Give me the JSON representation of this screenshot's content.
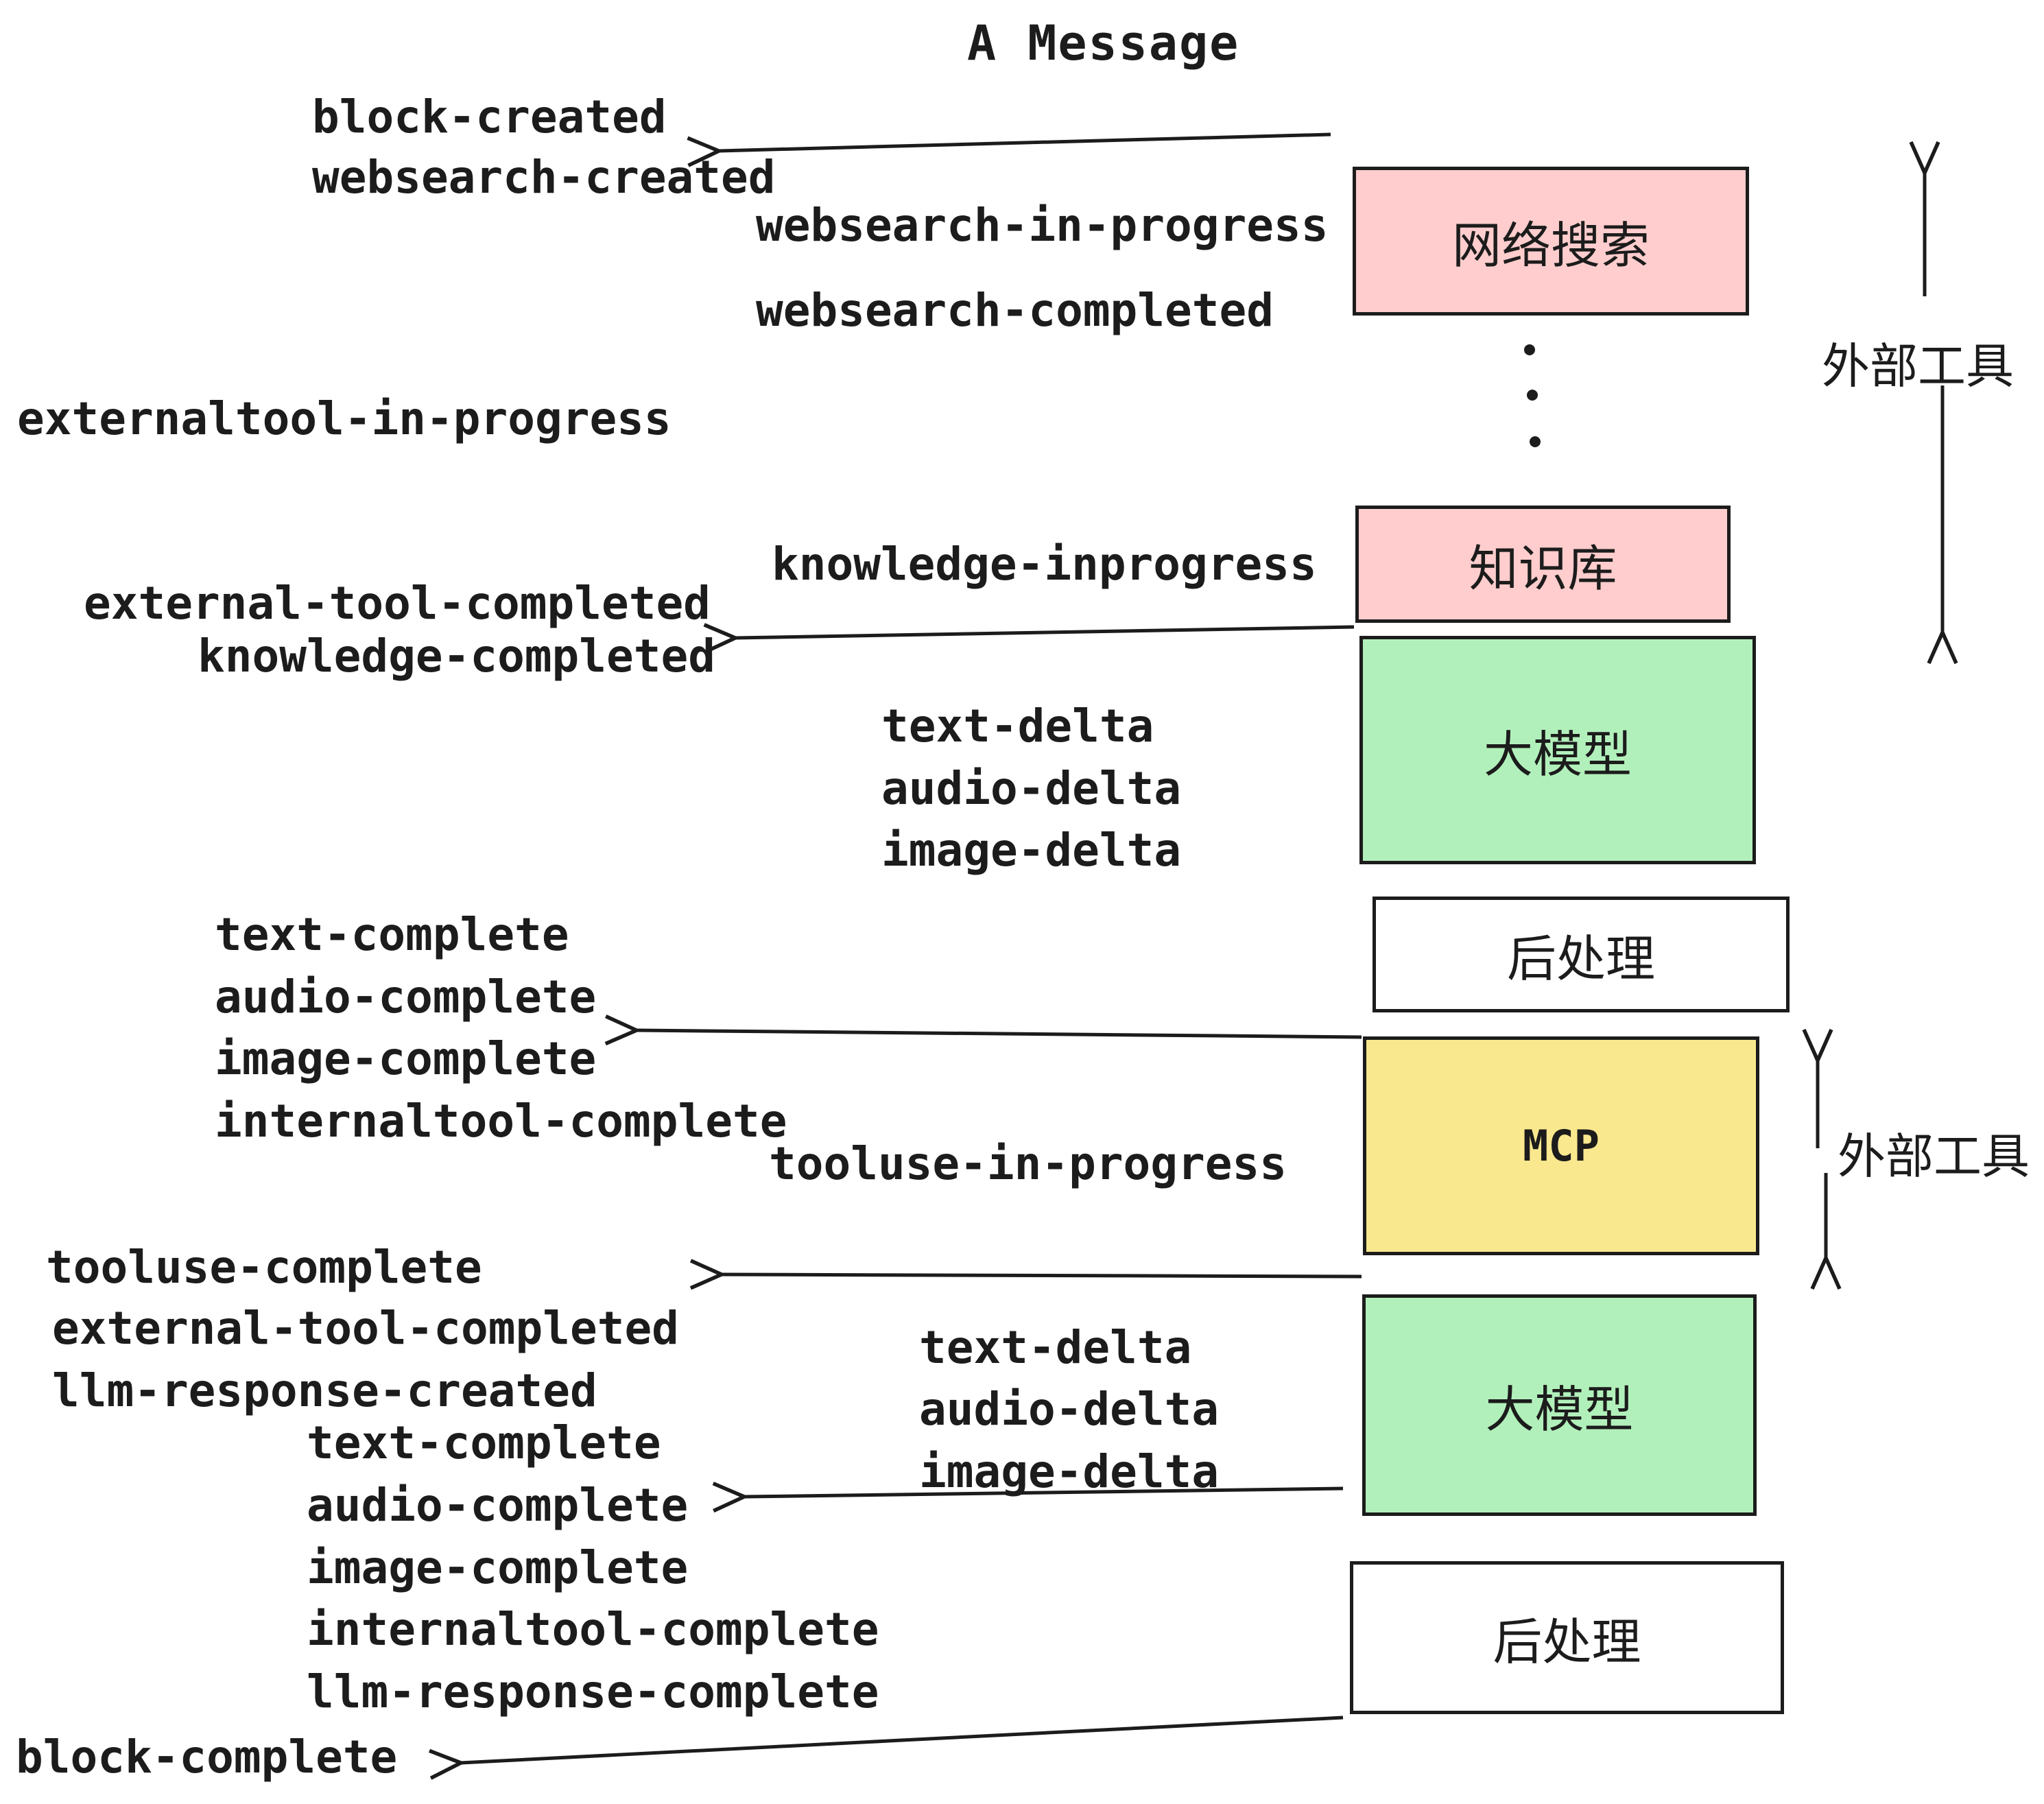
{
  "title": "A Message",
  "colors": {
    "pink": "#ffcdcd",
    "green": "#b2f0bb",
    "yellow": "#fae88e",
    "white": "#ffffff",
    "ink": "#1c1c1c"
  },
  "events": [
    "block-created",
    "websearch-created",
    "websearch-in-progress",
    "websearch-completed",
    "externaltool-in-progress",
    "knowledge-inprogress",
    "external-tool-completed",
    "knowledge-completed",
    "text-delta",
    "audio-delta",
    "image-delta",
    "text-complete",
    "audio-complete",
    "image-complete",
    "internaltool-complete",
    "tooluse-in-progress",
    "tooluse-complete",
    "external-tool-completed",
    "llm-response-created",
    "text-complete",
    "audio-complete",
    "image-complete",
    "internaltool-complete",
    "llm-response-complete",
    "block-complete",
    "text-delta",
    "audio-delta",
    "image-delta"
  ],
  "boxes": [
    {
      "label": "网络搜索",
      "color": "pink"
    },
    {
      "label": "知识库",
      "color": "pink"
    },
    {
      "label": "大模型",
      "color": "green"
    },
    {
      "label": "后处理",
      "color": "white"
    },
    {
      "label": "MCP",
      "color": "yellow"
    },
    {
      "label": "大模型",
      "color": "green"
    },
    {
      "label": "后处理",
      "color": "white"
    }
  ],
  "side_labels": {
    "external_tools_top": "外部工具",
    "external_tools_mcp": "外部工具"
  }
}
